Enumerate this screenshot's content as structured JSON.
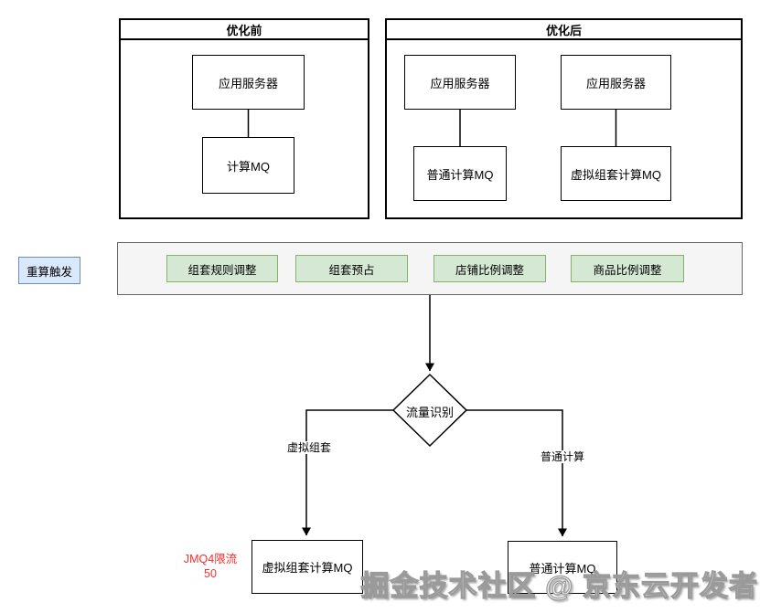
{
  "diagram": {
    "panel_before": {
      "title": "优化前",
      "app_server": "应用服务器",
      "mq": "计算MQ"
    },
    "panel_after": {
      "title": "优化后",
      "app_server_left": "应用服务器",
      "app_server_right": "应用服务器",
      "mq_normal": "普通计算MQ",
      "mq_virtual": "虚拟组套计算MQ"
    },
    "trigger_label": "重算触发",
    "adjustments": [
      "组套规则调整",
      "组套预占",
      "店铺比例调整",
      "商品比例调整"
    ],
    "decision_label": "流量识别",
    "branch_left_label": "虚拟组套",
    "branch_right_label": "普通计算",
    "target_left": "虚拟组套计算MQ",
    "target_right": "普通计算MQ",
    "note_line1": "JMQ4限流",
    "note_line2": "50",
    "watermark": "掘金技术社区 @ 京东云开发者"
  },
  "colors": {
    "green_fill": "#d5e8d4",
    "green_border": "#82b366",
    "blue_fill": "#dae8fc",
    "blue_border": "#6c8ebf",
    "band_fill": "#f5f5f5",
    "band_border": "#666666",
    "note_red": "#ff2b2b",
    "watermark_gray": "#9a9a9a"
  }
}
